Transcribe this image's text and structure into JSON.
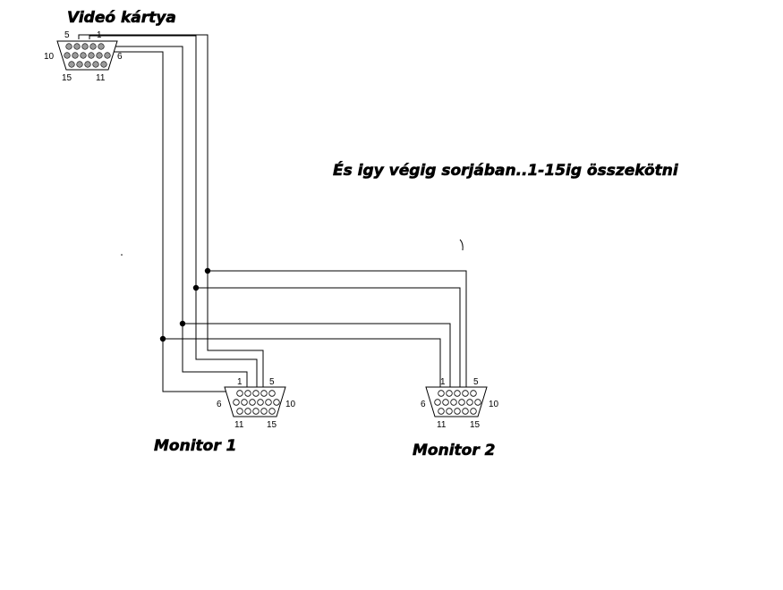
{
  "labels": {
    "video_card": "Videó kártya",
    "instruction": "És igy végig sorjában..1-15ig összekötni",
    "monitor1": "Monitor 1",
    "monitor2": "Monitor 2"
  },
  "video_card_connector": {
    "pin_top_left": "5",
    "pin_top_right": "1",
    "pin_mid_left": "10",
    "pin_mid_right": "6",
    "pin_bottom_left": "15",
    "pin_bottom_right": "11"
  },
  "monitor1_connector": {
    "pin_top_left": "1",
    "pin_top_right": "5",
    "pin_mid_left": "6",
    "pin_mid_right": "10",
    "pin_bottom_left": "11",
    "pin_bottom_right": "15"
  },
  "monitor2_connector": {
    "pin_top_left": "1",
    "pin_top_right": "5",
    "pin_mid_left": "6",
    "pin_mid_right": "10",
    "pin_bottom_left": "11",
    "pin_bottom_right": "15"
  }
}
